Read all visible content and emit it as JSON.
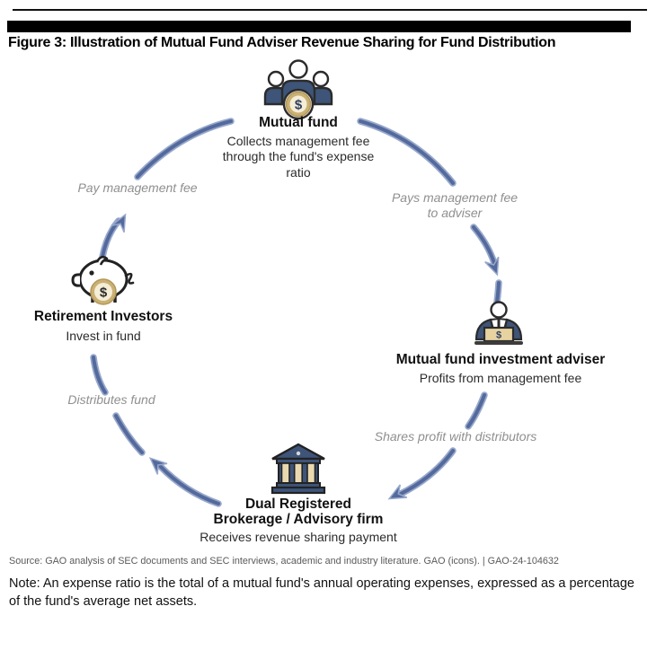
{
  "page": {
    "title": "Figure 3: Illustration of Mutual Fund Adviser Revenue Sharing for Fund Distribution"
  },
  "diagram": {
    "nodes": {
      "mutual_fund": {
        "icon": "group-with-coin-icon",
        "title": "Mutual fund",
        "desc": "Collects management fee through the fund's expense ratio"
      },
      "adviser": {
        "icon": "person-at-desk-icon",
        "title": "Mutual fund investment adviser",
        "desc": "Profits from management fee"
      },
      "brokerage": {
        "icon": "bank-icon",
        "title_line1": "Dual Registered",
        "title_line2": "Brokerage / Advisory firm",
        "desc": "Receives revenue sharing payment"
      },
      "investors": {
        "icon": "piggy-bank-icon",
        "title": "Retirement Investors",
        "desc": "Invest in fund"
      }
    },
    "flows": {
      "investors_to_fund": "Pay management fee",
      "fund_to_adviser": "Pays management fee to adviser",
      "adviser_to_brokerage": "Shares profit with distributors",
      "brokerage_to_investors": "Distributes fund"
    },
    "colors": {
      "arrow_blue": "#54699c",
      "arrow_highlight": "#97a8cb",
      "icon_navy": "#3e5479",
      "coin_gold": "#c9b175",
      "coin_inner": "#f5edd6",
      "label_gray": "#8f8f8f"
    }
  },
  "footer": {
    "source": "Source: GAO analysis of SEC documents and SEC interviews, academic and industry literature. GAO (icons). | GAO-24-104632",
    "note": "Note: An expense ratio is the total of a mutual fund's annual operating expenses, expressed as a percentage of the fund's average net assets."
  }
}
